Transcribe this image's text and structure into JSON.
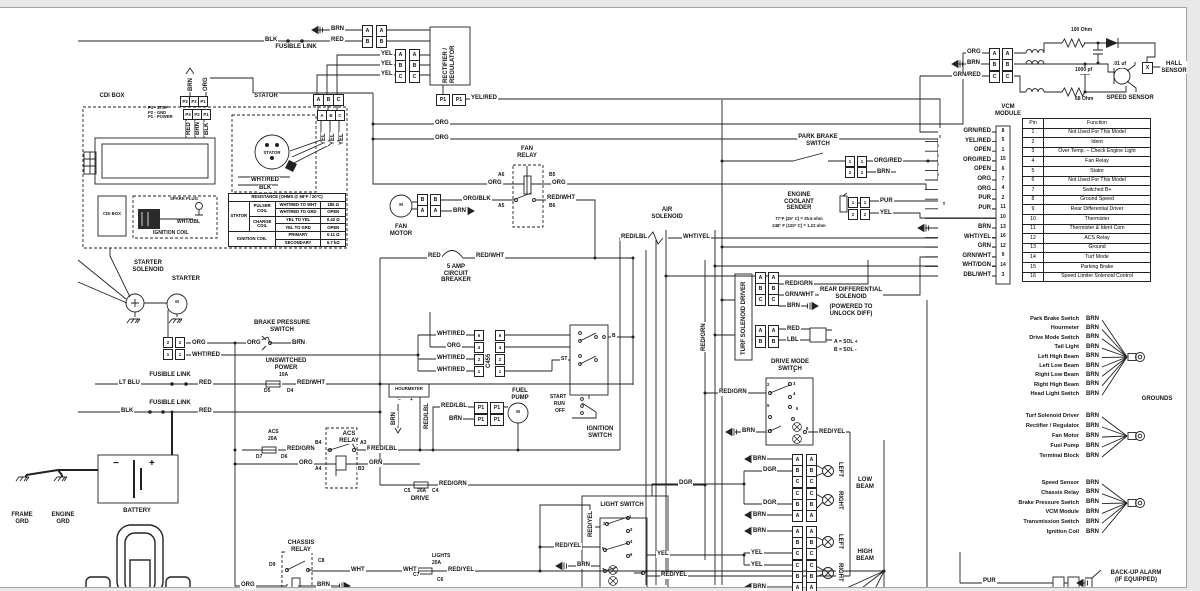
{
  "colors": {
    "line": "#222222",
    "background": "#ffffff",
    "margin": "#e9e9e9"
  },
  "labels": [
    [
      "BRN",
      330,
      26
    ],
    [
      "BLK",
      264,
      37
    ],
    [
      "RED",
      330,
      37
    ],
    [
      "FUSIBLE LINK",
      296,
      44,
      "t"
    ],
    [
      "YEL",
      380,
      51
    ],
    [
      "YEL",
      380,
      61
    ],
    [
      "YEL",
      380,
      71
    ],
    [
      "A",
      362,
      25,
      "cell"
    ],
    [
      "B",
      362,
      36,
      "cell"
    ],
    [
      "A",
      376,
      25,
      "cell"
    ],
    [
      "B",
      376,
      36,
      "cell"
    ],
    [
      "A",
      395,
      49,
      "cell"
    ],
    [
      "B",
      395,
      60,
      "cell"
    ],
    [
      "C",
      395,
      71,
      "cell"
    ],
    [
      "A",
      409,
      49,
      "cell"
    ],
    [
      "B",
      409,
      60,
      "cell"
    ],
    [
      "C",
      409,
      71,
      "cell"
    ],
    [
      "RECTIFIER /\nREGULATOR",
      443,
      84,
      "vt"
    ],
    [
      "P1",
      436,
      94,
      "cw"
    ],
    [
      "P1",
      452,
      94,
      "cw"
    ],
    [
      "YEL/RED",
      470,
      95
    ],
    [
      "ORG",
      434,
      120
    ],
    [
      "ORG",
      434,
      135
    ],
    [
      "CDI BOX",
      112,
      93,
      "t"
    ],
    [
      "STATOR",
      266,
      93,
      "t"
    ],
    [
      "P3",
      180,
      96,
      "cs"
    ],
    [
      "P2",
      189,
      96,
      "cs"
    ],
    [
      "P1",
      198,
      96,
      "cs"
    ],
    [
      "P3",
      183,
      109,
      "cs"
    ],
    [
      "P2",
      192,
      109,
      "cs"
    ],
    [
      "P1",
      201,
      109,
      "cs"
    ],
    [
      "P3 - STOP\nP2 - GND\nP1 - POWER",
      148,
      106,
      "num"
    ],
    [
      "RED",
      186,
      136,
      "v"
    ],
    [
      "BRN",
      195,
      136,
      "v"
    ],
    [
      "BLK",
      204,
      136,
      "v"
    ],
    [
      "BRN",
      188,
      92,
      "v"
    ],
    [
      "ORG",
      203,
      92,
      "v"
    ],
    [
      "A",
      313,
      94,
      "cell"
    ],
    [
      "B",
      323,
      94,
      "cell"
    ],
    [
      "C",
      333,
      94,
      "cell"
    ],
    [
      "A",
      317,
      110,
      "cs"
    ],
    [
      "B",
      326,
      110,
      "cs"
    ],
    [
      "C",
      335,
      110,
      "cs"
    ],
    [
      "YEL",
      321,
      146,
      "v"
    ],
    [
      "YEL",
      330,
      146,
      "v"
    ],
    [
      "YEL",
      339,
      146,
      "v"
    ],
    [
      "STATOR",
      272,
      151,
      "tc"
    ],
    [
      "WHT/RED",
      250,
      177
    ],
    [
      "BLK",
      258,
      185
    ],
    [
      "CDI BOX",
      112,
      212,
      "tc"
    ],
    [
      "SPARK PLUG",
      184,
      197,
      "tc"
    ],
    [
      "WHT/DBL",
      176,
      220,
      "s"
    ],
    [
      "IGNITION COIL",
      152,
      231,
      "s"
    ],
    [
      "FAN\nMOTOR",
      401,
      224,
      "t"
    ],
    [
      "M",
      401,
      203,
      "tc"
    ],
    [
      "B",
      417,
      194,
      "cell"
    ],
    [
      "A",
      417,
      205,
      "cell"
    ],
    [
      "B",
      430,
      194,
      "cell"
    ],
    [
      "A",
      430,
      205,
      "cell"
    ],
    [
      "BRN",
      452,
      208
    ],
    [
      "ORG/BLK",
      462,
      196
    ],
    [
      "FAN\nRELAY",
      527,
      146,
      "t"
    ],
    [
      "A6",
      497,
      173,
      "s"
    ],
    [
      "ORG",
      487,
      180
    ],
    [
      "B5",
      548,
      173,
      "s"
    ],
    [
      "ORG",
      551,
      180
    ],
    [
      "A5",
      497,
      204,
      "s"
    ],
    [
      "RED/WHT",
      546,
      195
    ],
    [
      "B6",
      548,
      204,
      "s"
    ],
    [
      "RED",
      427,
      253
    ],
    [
      "RED/WHT",
      475,
      253
    ],
    [
      "5 AMP\nCIRCUIT\nBREAKER",
      456,
      264,
      "t"
    ],
    [
      "AIR\nSOLENOID",
      667,
      207,
      "t"
    ],
    [
      "RED/LBL",
      620,
      234
    ],
    [
      "WHT/YEL",
      682,
      234
    ],
    [
      "PARK BRAKE\nSWITCH",
      818,
      134,
      "t"
    ],
    [
      "1",
      845,
      156,
      "cs"
    ],
    [
      "2",
      845,
      167,
      "cs"
    ],
    [
      "1",
      857,
      156,
      "cs"
    ],
    [
      "2",
      857,
      167,
      "cs"
    ],
    [
      "ORG/RED",
      873,
      158
    ],
    [
      "BRN",
      876,
      169
    ],
    [
      "ENGINE\nCOOLANT\nSENDER",
      799,
      192,
      "t"
    ],
    [
      "77°F (25° C) = 25.5 ohm",
      799,
      217,
      "tc"
    ],
    [
      "248° F (120° C) = 1.22 ohm",
      799,
      224,
      "tc"
    ],
    [
      "1",
      848,
      197,
      "cs"
    ],
    [
      "2",
      848,
      209,
      "cs"
    ],
    [
      "1",
      860,
      197,
      "cs"
    ],
    [
      "2",
      860,
      209,
      "cs"
    ],
    [
      "PUR",
      879,
      198
    ],
    [
      "YEL",
      879,
      210
    ],
    [
      "STARTER\nSOLENOID",
      148,
      260,
      "t"
    ],
    [
      "STARTER",
      186,
      276,
      "t"
    ],
    [
      "M",
      177,
      300,
      "tc"
    ],
    [
      "2",
      163,
      337,
      "cs"
    ],
    [
      "1",
      163,
      349,
      "cs"
    ],
    [
      "2",
      175,
      337,
      "cs"
    ],
    [
      "1",
      175,
      349,
      "cs"
    ],
    [
      "ORG",
      191,
      340
    ],
    [
      "WHT/RED",
      191,
      352
    ],
    [
      "BRAKE PRESSURE\nSWITCH",
      282,
      320,
      "t"
    ],
    [
      "ORG",
      246,
      340
    ],
    [
      "BRN",
      291,
      340
    ],
    [
      "UNSWITCHED\nPOWER",
      286,
      358,
      "t"
    ],
    [
      "10A",
      278,
      373,
      "s"
    ],
    [
      "D5",
      263,
      389,
      "s"
    ],
    [
      "D4",
      286,
      389,
      "s"
    ],
    [
      "RED/WHT",
      296,
      380
    ],
    [
      "FUSIBLE LINK",
      170,
      372,
      "t"
    ],
    [
      "LT BLU",
      118,
      380
    ],
    [
      "RED",
      198,
      380
    ],
    [
      "FUSIBLE LINK",
      170,
      400,
      "t"
    ],
    [
      "BLK",
      120,
      408
    ],
    [
      "RED",
      198,
      408
    ],
    [
      "BATTERY",
      137,
      508,
      "t"
    ],
    [
      "−",
      112,
      458,
      "big"
    ],
    [
      "+",
      148,
      458,
      "big"
    ],
    [
      "FRAME\nGRD",
      22,
      512,
      "t"
    ],
    [
      "ENGINE\nGRD",
      63,
      512,
      "t"
    ],
    [
      "6",
      474,
      330,
      "cs"
    ],
    [
      "4",
      474,
      342,
      "cs"
    ],
    [
      "2",
      474,
      354,
      "cs"
    ],
    [
      "1",
      474,
      366,
      "cs"
    ],
    [
      "6",
      495,
      330,
      "cs"
    ],
    [
      "4",
      495,
      342,
      "cs"
    ],
    [
      "2",
      495,
      354,
      "cs"
    ],
    [
      "1",
      495,
      366,
      "cs"
    ],
    [
      "C455",
      486,
      369,
      "v"
    ],
    [
      "WHT/RED",
      436,
      331
    ],
    [
      "ORG",
      446,
      343
    ],
    [
      "WHT/RED",
      436,
      355
    ],
    [
      "WHT/RED",
      436,
      367
    ],
    [
      "HOURMETER",
      409,
      387,
      "tc"
    ],
    [
      "−",
      397,
      398,
      "s"
    ],
    [
      "+",
      409,
      398,
      "s"
    ],
    [
      "BRN",
      391,
      426,
      "v"
    ],
    [
      "RED/LBL",
      424,
      430,
      "v"
    ],
    [
      "RED/LBL",
      366,
      446
    ],
    [
      "FUEL\nPUMP",
      520,
      388,
      "t"
    ],
    [
      "P1",
      474,
      402,
      "cw"
    ],
    [
      "P1",
      490,
      402,
      "cw"
    ],
    [
      "P1",
      474,
      414,
      "cw"
    ],
    [
      "P1",
      490,
      414,
      "cw"
    ],
    [
      "RED/LBL",
      440,
      403
    ],
    [
      "BRN",
      448,
      416
    ],
    [
      "M",
      518,
      410,
      "tc"
    ],
    [
      "IGNITION\nSWITCH",
      600,
      426,
      "t"
    ],
    [
      "START",
      549,
      395,
      "s"
    ],
    [
      "RUN",
      553,
      402,
      "s"
    ],
    [
      "OFF",
      554,
      409,
      "s"
    ],
    [
      "B",
      611,
      334,
      "s"
    ],
    [
      "ST",
      560,
      357,
      "s"
    ],
    [
      "ACS\nRELAY",
      349,
      431,
      "t"
    ],
    [
      "ACS",
      267,
      430,
      "s"
    ],
    [
      "20A",
      267,
      437,
      "s"
    ],
    [
      "D7",
      255,
      455,
      "s"
    ],
    [
      "D6",
      280,
      455,
      "s"
    ],
    [
      "RED/GRN",
      286,
      446
    ],
    [
      "B4",
      314,
      441,
      "s"
    ],
    [
      "A3",
      359,
      441,
      "s"
    ],
    [
      "RED/LBL",
      370,
      446
    ],
    [
      "ORG",
      298,
      460
    ],
    [
      "A4",
      314,
      467,
      "s"
    ],
    [
      "B3",
      357,
      467,
      "s"
    ],
    [
      "GRN",
      368,
      460
    ],
    [
      "C5",
      403,
      489,
      "s"
    ],
    [
      "20A",
      416,
      489,
      "s"
    ],
    [
      "C4",
      431,
      489,
      "s"
    ],
    [
      "DRIVE",
      420,
      496,
      "t"
    ],
    [
      "RED/GRN",
      438,
      481
    ],
    [
      "CHASSIS\nRELAY",
      301,
      540,
      "t"
    ],
    [
      "D9",
      268,
      563,
      "s"
    ],
    [
      "C8",
      317,
      559,
      "s"
    ],
    [
      "WHT",
      350,
      567
    ],
    [
      "WHT",
      402,
      567
    ],
    [
      "LIGHTS",
      431,
      554,
      "s"
    ],
    [
      "20A",
      431,
      561,
      "s"
    ],
    [
      "C7",
      412,
      573,
      "s"
    ],
    [
      "C6",
      436,
      578,
      "s"
    ],
    [
      "RED/YEL",
      447,
      567
    ],
    [
      "ORG",
      240,
      582
    ],
    [
      "BRN",
      316,
      582
    ],
    [
      "LIGHT SWITCH",
      622,
      502,
      "t"
    ],
    [
      "RED/YEL",
      588,
      538,
      "v"
    ],
    [
      "RED/YEL",
      554,
      543
    ],
    [
      "BRN",
      576,
      562
    ],
    [
      "YEL",
      656,
      551
    ],
    [
      "RED/YEL",
      660,
      572
    ],
    [
      "DGR",
      678,
      480
    ],
    [
      "1",
      629,
      515,
      "num"
    ],
    [
      "2",
      603,
      522,
      "num"
    ],
    [
      "3",
      630,
      528,
      "num"
    ],
    [
      "4",
      630,
      540,
      "num"
    ],
    [
      "5",
      602,
      547,
      "num"
    ],
    [
      "6",
      630,
      553,
      "num"
    ],
    [
      "7",
      602,
      568,
      "num"
    ],
    [
      "8",
      645,
      570,
      "num"
    ],
    [
      "TURF SOLENOID DRIVER",
      741,
      356,
      "vt"
    ],
    [
      "A",
      755,
      272,
      "cell"
    ],
    [
      "B",
      755,
      283,
      "cell"
    ],
    [
      "C",
      755,
      294,
      "cell"
    ],
    [
      "A",
      768,
      272,
      "cell"
    ],
    [
      "B",
      768,
      283,
      "cell"
    ],
    [
      "C",
      768,
      294,
      "cell"
    ],
    [
      "RED/GRN",
      784,
      281
    ],
    [
      "GRN/WHT",
      784,
      292
    ],
    [
      "BRN",
      786,
      303
    ],
    [
      "A",
      755,
      325,
      "cell"
    ],
    [
      "B",
      755,
      336,
      "cell"
    ],
    [
      "A",
      768,
      325,
      "cell"
    ],
    [
      "B",
      768,
      336,
      "cell"
    ],
    [
      "RED",
      786,
      326
    ],
    [
      "LBL",
      786,
      337
    ],
    [
      "REAR DIFFERENTIAL\nSOLENOID",
      851,
      287,
      "t"
    ],
    [
      "(POWERED TO\nUNLOCK DIFF)",
      851,
      304,
      "t"
    ],
    [
      "A = SOL +",
      833,
      340,
      "s"
    ],
    [
      "B = SOL -",
      833,
      348,
      "s"
    ],
    [
      "RED/GRN",
      701,
      352,
      "v"
    ],
    [
      "DRIVE MODE\nSWITCH",
      790,
      359,
      "t"
    ],
    [
      "RED/GRN",
      718,
      389
    ],
    [
      "BRN",
      741,
      428
    ],
    [
      "RED/YEL",
      818,
      429
    ],
    [
      "1",
      793,
      369,
      "num"
    ],
    [
      "2",
      767,
      383,
      "num"
    ],
    [
      "3",
      793,
      382,
      "num"
    ],
    [
      "4",
      793,
      392,
      "num"
    ],
    [
      "5",
      767,
      404,
      "num"
    ],
    [
      "6",
      796,
      407,
      "num"
    ],
    [
      "7",
      767,
      430,
      "num"
    ],
    [
      "8",
      806,
      427,
      "num"
    ],
    [
      "BRN",
      752,
      456
    ],
    [
      "DGR",
      762,
      467
    ],
    [
      "DGR",
      762,
      500
    ],
    [
      "BRN",
      752,
      512
    ],
    [
      "BRN",
      752,
      528
    ],
    [
      "YEL",
      750,
      550
    ],
    [
      "YEL",
      750,
      562
    ],
    [
      "BRN",
      752,
      584
    ],
    [
      "A",
      792,
      454,
      "cell"
    ],
    [
      "B",
      792,
      465,
      "cell"
    ],
    [
      "C",
      792,
      476,
      "cell"
    ],
    [
      "A",
      806,
      454,
      "cell"
    ],
    [
      "B",
      806,
      465,
      "cell"
    ],
    [
      "C",
      806,
      476,
      "cell"
    ],
    [
      "C",
      792,
      488,
      "cell"
    ],
    [
      "B",
      792,
      499,
      "cell"
    ],
    [
      "A",
      792,
      510,
      "cell"
    ],
    [
      "C",
      806,
      488,
      "cell"
    ],
    [
      "B",
      806,
      499,
      "cell"
    ],
    [
      "A",
      806,
      510,
      "cell"
    ],
    [
      "A",
      792,
      526,
      "cell"
    ],
    [
      "B",
      792,
      537,
      "cell"
    ],
    [
      "C",
      792,
      548,
      "cell"
    ],
    [
      "A",
      806,
      526,
      "cell"
    ],
    [
      "B",
      806,
      537,
      "cell"
    ],
    [
      "C",
      806,
      548,
      "cell"
    ],
    [
      "C",
      792,
      560,
      "cell"
    ],
    [
      "B",
      792,
      571,
      "cell"
    ],
    [
      "A",
      792,
      582,
      "cell"
    ],
    [
      "C",
      806,
      560,
      "cell"
    ],
    [
      "B",
      806,
      571,
      "cell"
    ],
    [
      "A",
      806,
      582,
      "cell"
    ],
    [
      "LEFT",
      843,
      461,
      "vr"
    ],
    [
      "RIGHT",
      843,
      490,
      "vr"
    ],
    [
      "LEFT",
      843,
      533,
      "vr"
    ],
    [
      "RIGHT",
      843,
      562,
      "vr"
    ],
    [
      "LOW\nBEAM",
      865,
      477,
      "t"
    ],
    [
      "HIGH\nBEAM",
      865,
      549,
      "t"
    ],
    [
      "PUR",
      982,
      578
    ],
    [
      "BACK-UP ALARM\n(IF EQUIPPED)",
      1136,
      570,
      "t"
    ],
    [
      "ORG",
      966,
      49
    ],
    [
      "BRN",
      966,
      60
    ],
    [
      "GRN/RED",
      952,
      72
    ],
    [
      "A",
      989,
      48,
      "cell"
    ],
    [
      "B",
      989,
      59,
      "cell"
    ],
    [
      "C",
      989,
      71,
      "cell"
    ],
    [
      "A",
      1002,
      48,
      "cell"
    ],
    [
      "B",
      1002,
      59,
      "cell"
    ],
    [
      "C",
      1002,
      71,
      "cell"
    ],
    [
      "100 Ohm",
      1070,
      28,
      "s"
    ],
    [
      "1000 pf",
      1074,
      68,
      "s"
    ],
    [
      ".01 uf",
      1112,
      62,
      "s"
    ],
    [
      "68 Ohm",
      1074,
      97,
      "s"
    ],
    [
      "X",
      1142,
      62,
      "cell"
    ],
    [
      "HALL\nSENSOR",
      1174,
      61,
      "t"
    ],
    [
      "SPEED SENSOR",
      1130,
      95,
      "t"
    ],
    [
      "VCM\nMODULE",
      1008,
      104,
      "t"
    ],
    [
      "GROUNDS",
      1157,
      396,
      "t"
    ]
  ],
  "vcm": {
    "title": "VCM MODULE",
    "pins": [
      [
        "GRN/RED",
        "8"
      ],
      [
        "YEL/RED",
        "5"
      ],
      [
        "OPEN",
        "1"
      ],
      [
        "ORG/RED",
        "15"
      ],
      [
        "OPEN",
        "6"
      ],
      [
        "ORG",
        "7"
      ],
      [
        "ORG",
        "4"
      ],
      [
        "PUR",
        "2"
      ],
      [
        "PUR",
        "11"
      ],
      [
        "",
        "10"
      ],
      [
        "BRN",
        "13"
      ],
      [
        "WHT/YEL",
        "16"
      ],
      [
        "GRN",
        "12"
      ],
      [
        "GRN/WHT",
        "9"
      ],
      [
        "WHT/DGN",
        "14"
      ],
      [
        "DBL/WHT",
        "3"
      ]
    ],
    "table": {
      "headers": [
        "Pin",
        "Function"
      ],
      "rows": [
        [
          "1",
          "Not Used For This Model"
        ],
        [
          "2",
          "Ident"
        ],
        [
          "3",
          "Over Temp. – Check Engine Light"
        ],
        [
          "4",
          "Fan Relay"
        ],
        [
          "5",
          "Stator"
        ],
        [
          "6",
          "Not Used For This Model"
        ],
        [
          "7",
          "Switched B+"
        ],
        [
          "8",
          "Ground Speed"
        ],
        [
          "9",
          "Rear Differential Driver"
        ],
        [
          "10",
          "Thermister"
        ],
        [
          "11",
          "Thermister & Ident Com"
        ],
        [
          "12",
          "ACS Relay"
        ],
        [
          "13",
          "Ground"
        ],
        [
          "14",
          "Turf Mode"
        ],
        [
          "15",
          "Parking Brake"
        ],
        [
          "16",
          "Speed Limiter Solenoid Control"
        ]
      ]
    }
  },
  "stator_table": {
    "title": "RESISTANCE (OHMS @ 68°F / 20°C)",
    "stator": "STATOR",
    "pulser": "PULSER\nCOIL",
    "charge": "CHARGE\nCOIL",
    "ign": "IGNITION COIL",
    "r1a": "WHT/RED TO WHT",
    "r1v": "185 Ω",
    "r2a": "WHT/RED TO GRD",
    "r2v": "OPEN",
    "r3a": "YEL TO YEL",
    "r3v": "0.42 Ω",
    "r4a": "YEL TO GRD",
    "r4v": "OPEN",
    "r5a": "PRIMARY",
    "r5v": "0.11 Ω",
    "r6a": "SECONDARY",
    "r6v": "6.7 kΩ"
  },
  "grounds": {
    "title": "GROUNDS",
    "wire": "BRN",
    "g1": [
      "Park Brake Switch",
      "Hourmeter",
      "Drive Mode Switch",
      "Tail Light",
      "Left High Beam",
      "Left Low Beam",
      "Right Low Beam",
      "Right High Beam",
      "Head Light Switch"
    ],
    "g2": [
      "Turf Solenoid Driver",
      "Rectifier / Regulator",
      "Fan Motor",
      "Fuel Pump",
      "Terminal Block"
    ],
    "g3": [
      "Speed Sensor",
      "Chassis Relay",
      "Brake Pressure Switch",
      "VCM Module",
      "Transmission Switch",
      "Ignition Coil"
    ]
  }
}
